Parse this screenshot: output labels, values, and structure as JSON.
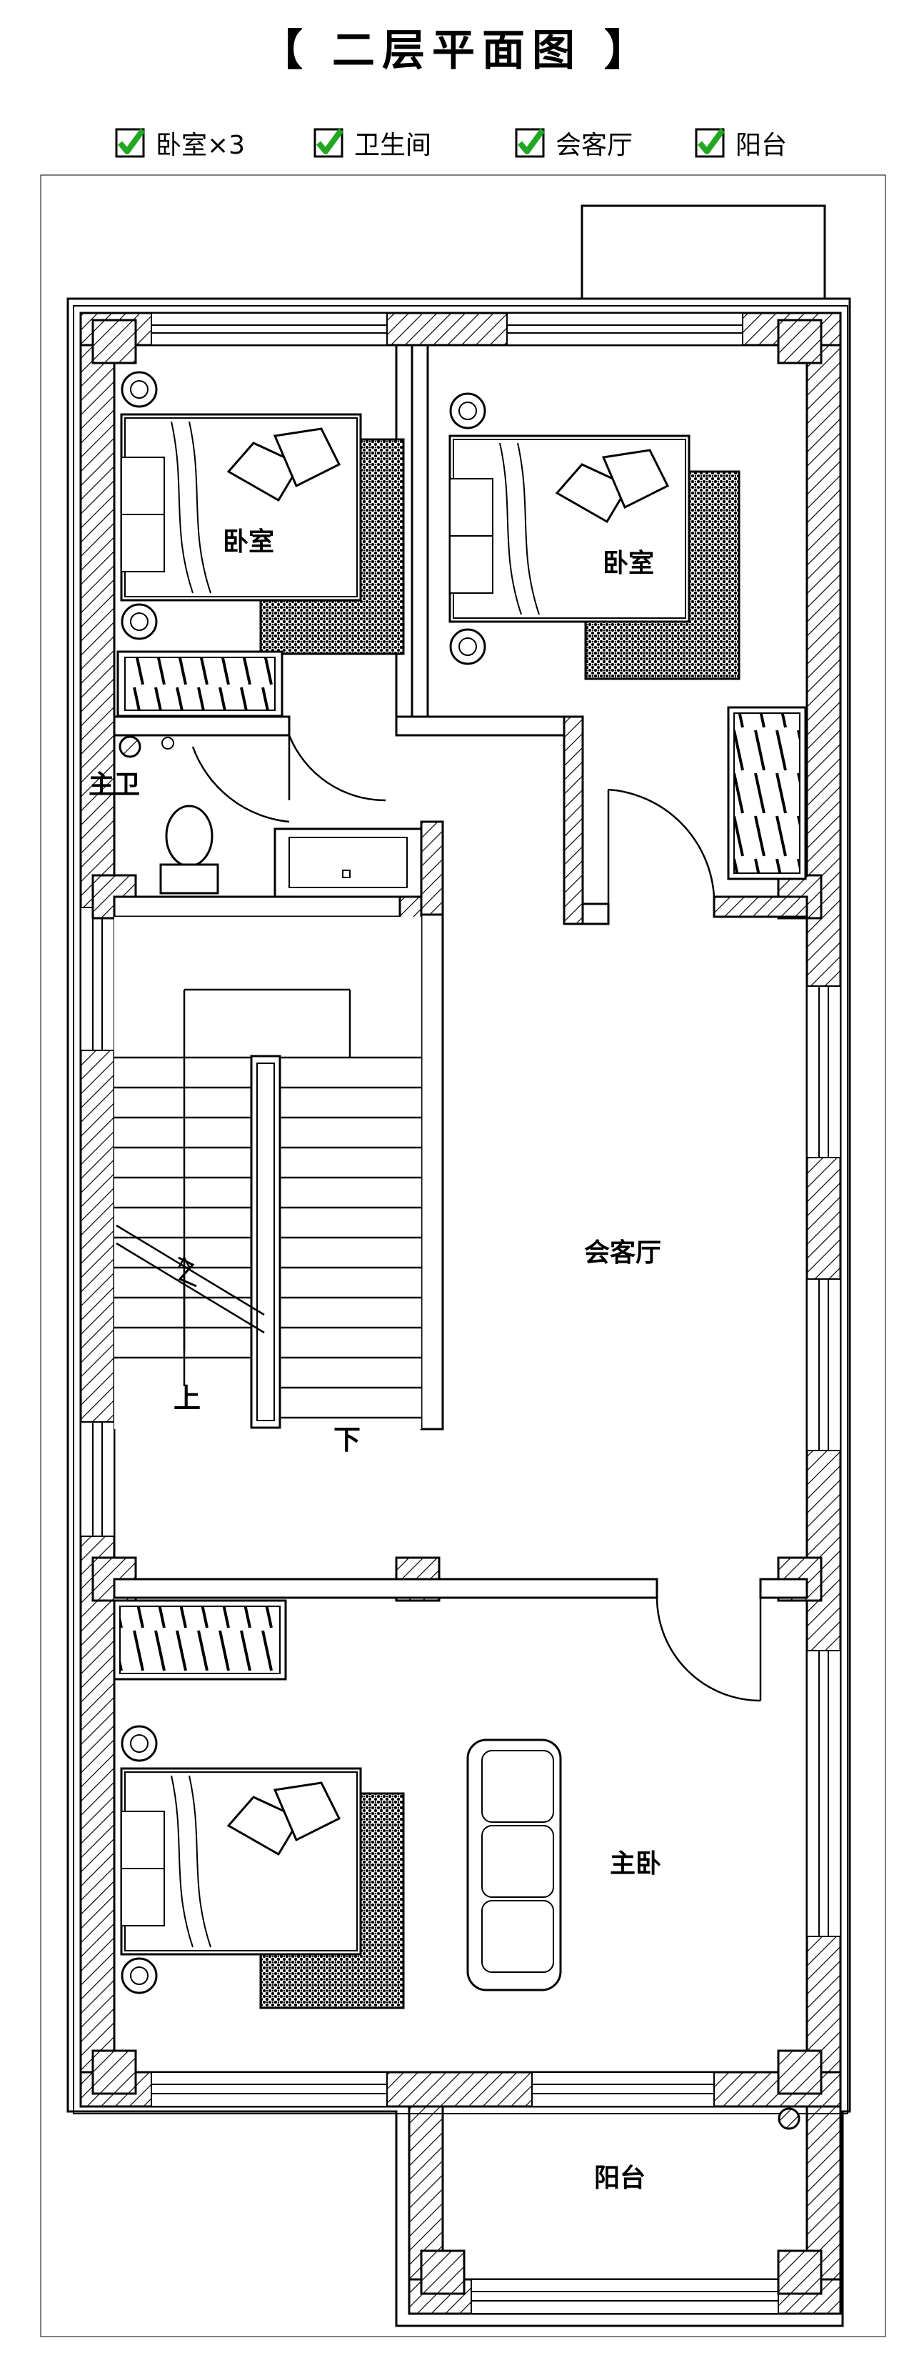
{
  "title": "【 二层平面图 】",
  "legend": [
    {
      "label": "卧室×3",
      "checked": true
    },
    {
      "label": "卫生间",
      "checked": true
    },
    {
      "label": "会客厅",
      "checked": true
    },
    {
      "label": "阳台",
      "checked": true
    }
  ],
  "rooms": {
    "bedroom_1": "卧室",
    "bedroom_2": "卧室",
    "master_bath": "主卫",
    "lounge": "会客厅",
    "master_bedroom": "主卧",
    "balcony": "阳台"
  },
  "stairs": {
    "up": "上",
    "down": "下"
  },
  "colors": {
    "check": "#22a722",
    "line": "#000000",
    "background": "#ffffff"
  }
}
